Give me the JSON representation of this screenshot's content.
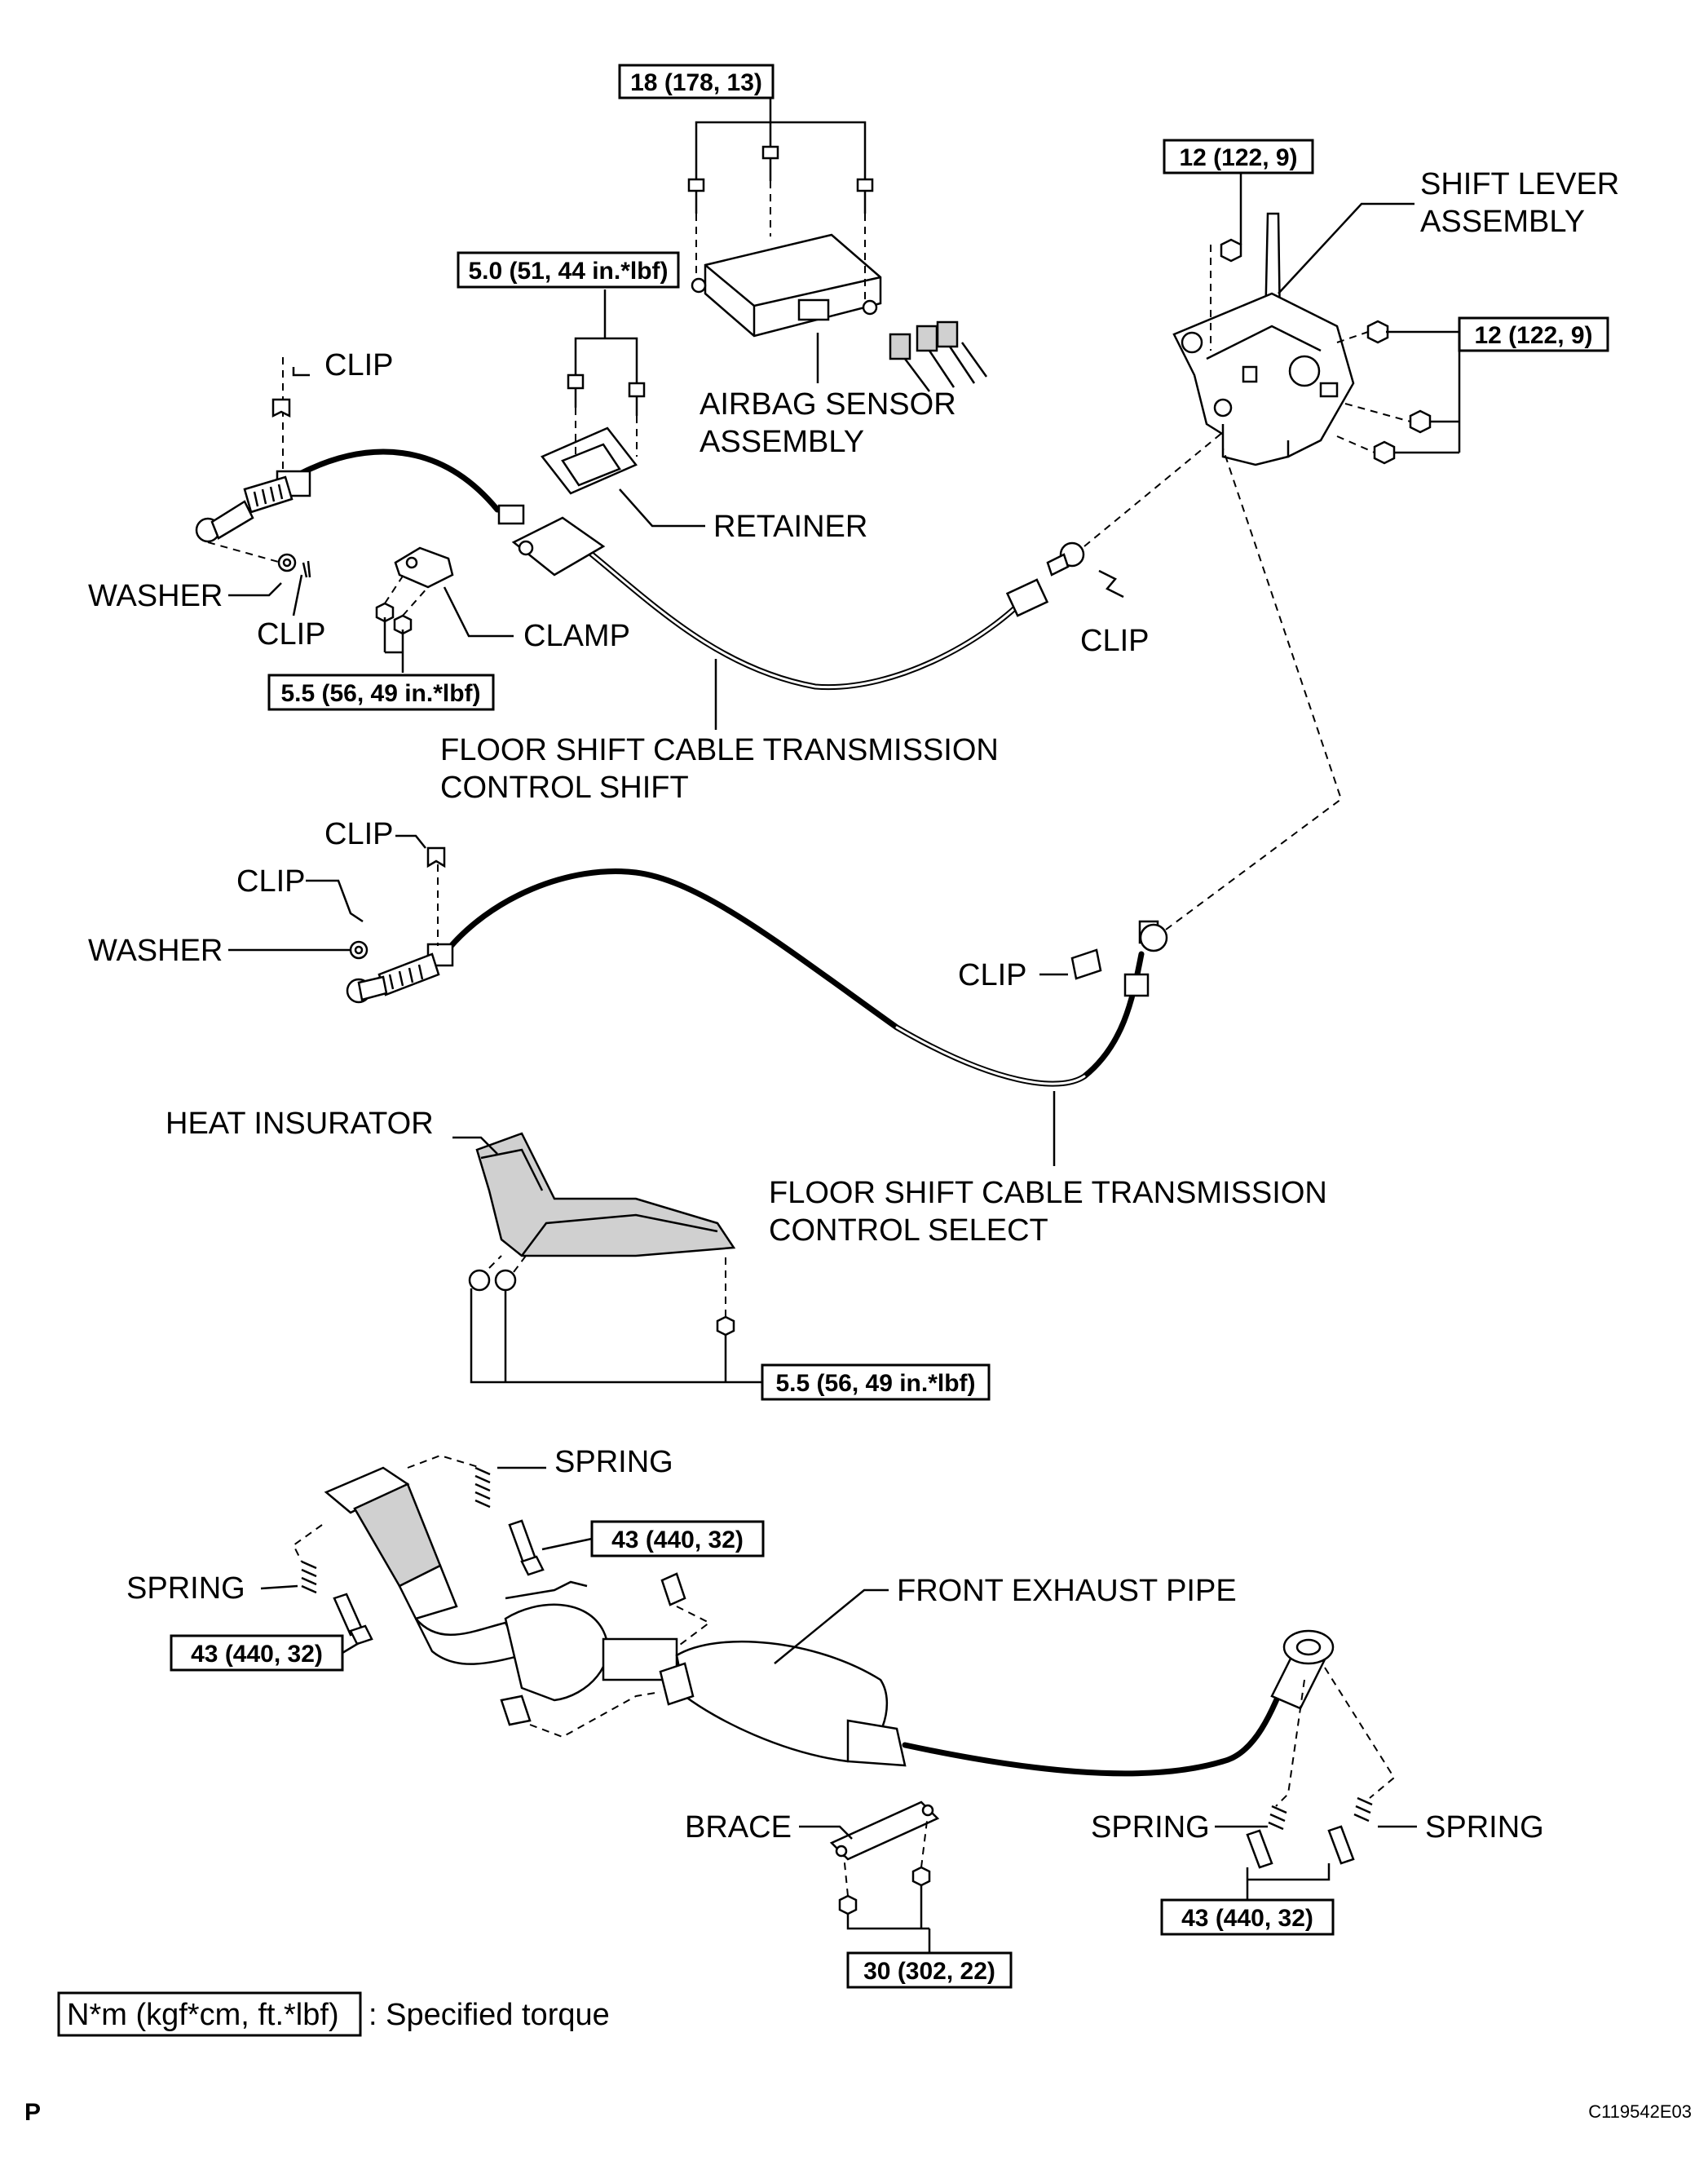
{
  "labels": {
    "airbag_sensor_1": "AIRBAG SENSOR",
    "airbag_sensor_2": "ASSEMBLY",
    "shift_lever_1": "SHIFT LEVER",
    "shift_lever_2": "ASSEMBLY",
    "clip": "CLIP",
    "washer": "WASHER",
    "retainer": "RETAINER",
    "clamp": "CLAMP",
    "shift_cable_1": "FLOOR SHIFT CABLE TRANSMISSION",
    "shift_cable_2": "CONTROL SHIFT",
    "select_cable_1": "FLOOR SHIFT CABLE TRANSMISSION",
    "select_cable_2": "CONTROL SELECT",
    "heat_insulator": "HEAT INSURATOR",
    "spring": "SPRING",
    "front_exhaust_pipe": "FRONT EXHAUST PIPE",
    "brace": "BRACE"
  },
  "torques": {
    "t18": "18 (178, 13)",
    "t12a": "12 (122, 9)",
    "t12b": "12 (122, 9)",
    "t50": "5.0 (51, 44 in.*lbf)",
    "t55a": "5.5 (56, 49 in.*lbf)",
    "t55b": "5.5 (56, 49 in.*lbf)",
    "t43a": "43 (440, 32)",
    "t43b": "43 (440, 32)",
    "t43c": "43 (440, 32)",
    "t30": "30 (302, 22)"
  },
  "legend": {
    "unit": "N*m (kgf*cm, ft.*lbf)",
    "text": ": Specified torque"
  },
  "corner_letter": "P",
  "figure_code": "C119542E03"
}
